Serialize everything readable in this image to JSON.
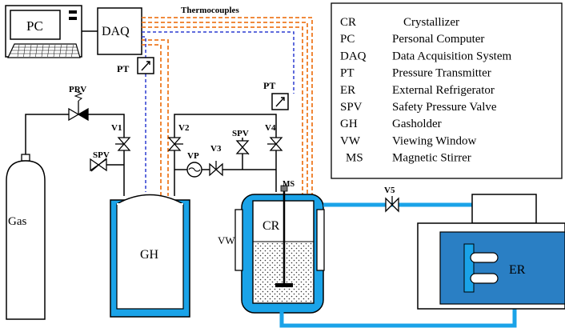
{
  "labels": {
    "pc": "PC",
    "daq": "DAQ",
    "thermocouples": "Thermocouples",
    "pt_left": "PT",
    "pt_right": "PT",
    "prv": "PRV",
    "v1": "V1",
    "v2": "V2",
    "v3": "V3",
    "v4": "V4",
    "v5": "V5",
    "vp": "VP",
    "spv_left": "SPV",
    "spv_right": "SPV",
    "gas": "Gas",
    "gh": "GH",
    "cr": "CR",
    "ms": "MS",
    "vw": "VW",
    "er": "ER"
  },
  "legend": [
    {
      "abbr": "CR",
      "desc": "Crystallizer"
    },
    {
      "abbr": "PC",
      "desc": "Personal  Computer"
    },
    {
      "abbr": "DAQ",
      "desc": "Data Acquisition System"
    },
    {
      "abbr": "PT",
      "desc": "Pressure Transmitter"
    },
    {
      "abbr": "ER",
      "desc": "External  Refrigerator"
    },
    {
      "abbr": "SPV",
      "desc": "Safety  Pressure  Valve"
    },
    {
      "abbr": "GH",
      "desc": "Gasholder"
    },
    {
      "abbr": "VW",
      "desc": "Viewing  Window"
    },
    {
      "abbr": "MS",
      "desc": "Magnetic  Stirrer"
    }
  ],
  "colors": {
    "water_blue": "#1aa3e8",
    "er_blue": "#2a7fc4",
    "thermocouple_orange": "#ee7a22",
    "signal_blue": "#2b3bd0",
    "pipe_black": "#000000"
  }
}
